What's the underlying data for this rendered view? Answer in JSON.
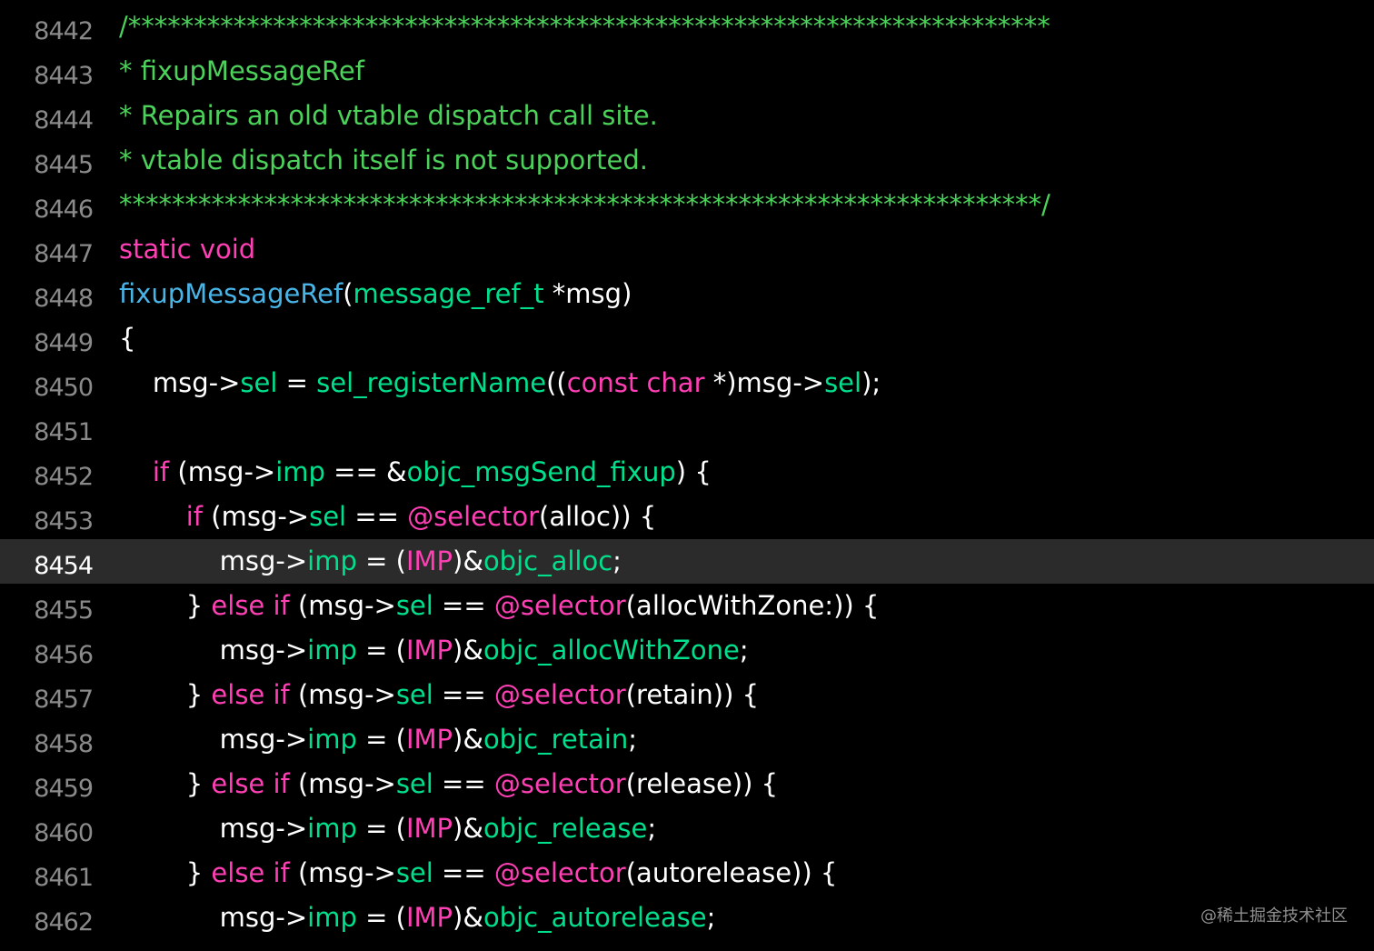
{
  "colors": {
    "background": "#000000",
    "current_line_background": "#2b2b2b",
    "line_number": "#8a8a8a",
    "line_number_current": "#ffffff",
    "plain": "#ffffff",
    "comment": "#4cd15a",
    "keyword": "#ff3fb4",
    "function_decl": "#49b4e6",
    "identifier": "#00e08c"
  },
  "current_line": "8454",
  "lines": [
    {
      "number": "8442",
      "segments": [
        {
          "t": "/**********************************************************************",
          "c": "comment"
        }
      ]
    },
    {
      "number": "8443",
      "segments": [
        {
          "t": "* fixupMessageRef",
          "c": "comment"
        }
      ]
    },
    {
      "number": "8444",
      "segments": [
        {
          "t": "* Repairs an old vtable dispatch call site.",
          "c": "comment"
        }
      ]
    },
    {
      "number": "8445",
      "segments": [
        {
          "t": "* vtable dispatch itself is not supported.",
          "c": "comment"
        }
      ]
    },
    {
      "number": "8446",
      "segments": [
        {
          "t": "**********************************************************************/",
          "c": "comment"
        }
      ]
    },
    {
      "number": "8447",
      "segments": [
        {
          "t": "static void",
          "c": "keyword"
        }
      ]
    },
    {
      "number": "8448",
      "segments": [
        {
          "t": "fixupMessageRef",
          "c": "function_decl"
        },
        {
          "t": "(",
          "c": "plain"
        },
        {
          "t": "message_ref_t",
          "c": "identifier"
        },
        {
          "t": " *msg)",
          "c": "plain"
        }
      ]
    },
    {
      "number": "8449",
      "segments": [
        {
          "t": "{",
          "c": "plain"
        }
      ]
    },
    {
      "number": "8450",
      "segments": [
        {
          "t": "    msg->",
          "c": "plain"
        },
        {
          "t": "sel",
          "c": "identifier"
        },
        {
          "t": " = ",
          "c": "plain"
        },
        {
          "t": "sel_registerName",
          "c": "identifier"
        },
        {
          "t": "((",
          "c": "plain"
        },
        {
          "t": "const char",
          "c": "keyword"
        },
        {
          "t": " *)msg->",
          "c": "plain"
        },
        {
          "t": "sel",
          "c": "identifier"
        },
        {
          "t": ");",
          "c": "plain"
        }
      ]
    },
    {
      "number": "8451",
      "segments": [
        {
          "t": "",
          "c": "plain"
        }
      ]
    },
    {
      "number": "8452",
      "segments": [
        {
          "t": "    ",
          "c": "plain"
        },
        {
          "t": "if",
          "c": "keyword"
        },
        {
          "t": " (msg->",
          "c": "plain"
        },
        {
          "t": "imp",
          "c": "identifier"
        },
        {
          "t": " == &",
          "c": "plain"
        },
        {
          "t": "objc_msgSend_fixup",
          "c": "identifier"
        },
        {
          "t": ") {",
          "c": "plain"
        }
      ]
    },
    {
      "number": "8453",
      "segments": [
        {
          "t": "        ",
          "c": "plain"
        },
        {
          "t": "if",
          "c": "keyword"
        },
        {
          "t": " (msg->",
          "c": "plain"
        },
        {
          "t": "sel",
          "c": "identifier"
        },
        {
          "t": " == ",
          "c": "plain"
        },
        {
          "t": "@selector",
          "c": "keyword"
        },
        {
          "t": "(alloc)) {",
          "c": "plain"
        }
      ]
    },
    {
      "number": "8454",
      "segments": [
        {
          "t": "            msg->",
          "c": "plain"
        },
        {
          "t": "imp",
          "c": "identifier"
        },
        {
          "t": " = (",
          "c": "plain"
        },
        {
          "t": "IMP",
          "c": "keyword"
        },
        {
          "t": ")&",
          "c": "plain"
        },
        {
          "t": "objc_alloc",
          "c": "identifier"
        },
        {
          "t": ";",
          "c": "plain"
        }
      ]
    },
    {
      "number": "8455",
      "segments": [
        {
          "t": "        } ",
          "c": "plain"
        },
        {
          "t": "else if",
          "c": "keyword"
        },
        {
          "t": " (msg->",
          "c": "plain"
        },
        {
          "t": "sel",
          "c": "identifier"
        },
        {
          "t": " == ",
          "c": "plain"
        },
        {
          "t": "@selector",
          "c": "keyword"
        },
        {
          "t": "(allocWithZone:)) {",
          "c": "plain"
        }
      ]
    },
    {
      "number": "8456",
      "segments": [
        {
          "t": "            msg->",
          "c": "plain"
        },
        {
          "t": "imp",
          "c": "identifier"
        },
        {
          "t": " = (",
          "c": "plain"
        },
        {
          "t": "IMP",
          "c": "keyword"
        },
        {
          "t": ")&",
          "c": "plain"
        },
        {
          "t": "objc_allocWithZone",
          "c": "identifier"
        },
        {
          "t": ";",
          "c": "plain"
        }
      ]
    },
    {
      "number": "8457",
      "segments": [
        {
          "t": "        } ",
          "c": "plain"
        },
        {
          "t": "else if",
          "c": "keyword"
        },
        {
          "t": " (msg->",
          "c": "plain"
        },
        {
          "t": "sel",
          "c": "identifier"
        },
        {
          "t": " == ",
          "c": "plain"
        },
        {
          "t": "@selector",
          "c": "keyword"
        },
        {
          "t": "(retain)) {",
          "c": "plain"
        }
      ]
    },
    {
      "number": "8458",
      "segments": [
        {
          "t": "            msg->",
          "c": "plain"
        },
        {
          "t": "imp",
          "c": "identifier"
        },
        {
          "t": " = (",
          "c": "plain"
        },
        {
          "t": "IMP",
          "c": "keyword"
        },
        {
          "t": ")&",
          "c": "plain"
        },
        {
          "t": "objc_retain",
          "c": "identifier"
        },
        {
          "t": ";",
          "c": "plain"
        }
      ]
    },
    {
      "number": "8459",
      "segments": [
        {
          "t": "        } ",
          "c": "plain"
        },
        {
          "t": "else if",
          "c": "keyword"
        },
        {
          "t": " (msg->",
          "c": "plain"
        },
        {
          "t": "sel",
          "c": "identifier"
        },
        {
          "t": " == ",
          "c": "plain"
        },
        {
          "t": "@selector",
          "c": "keyword"
        },
        {
          "t": "(release)) {",
          "c": "plain"
        }
      ]
    },
    {
      "number": "8460",
      "segments": [
        {
          "t": "            msg->",
          "c": "plain"
        },
        {
          "t": "imp",
          "c": "identifier"
        },
        {
          "t": " = (",
          "c": "plain"
        },
        {
          "t": "IMP",
          "c": "keyword"
        },
        {
          "t": ")&",
          "c": "plain"
        },
        {
          "t": "objc_release",
          "c": "identifier"
        },
        {
          "t": ";",
          "c": "plain"
        }
      ]
    },
    {
      "number": "8461",
      "segments": [
        {
          "t": "        } ",
          "c": "plain"
        },
        {
          "t": "else if",
          "c": "keyword"
        },
        {
          "t": " (msg->",
          "c": "plain"
        },
        {
          "t": "sel",
          "c": "identifier"
        },
        {
          "t": " == ",
          "c": "plain"
        },
        {
          "t": "@selector",
          "c": "keyword"
        },
        {
          "t": "(autorelease)) {",
          "c": "plain"
        }
      ]
    },
    {
      "number": "8462",
      "segments": [
        {
          "t": "            msg->",
          "c": "plain"
        },
        {
          "t": "imp",
          "c": "identifier"
        },
        {
          "t": " = (",
          "c": "plain"
        },
        {
          "t": "IMP",
          "c": "keyword"
        },
        {
          "t": ")&",
          "c": "plain"
        },
        {
          "t": "objc_autorelease",
          "c": "identifier"
        },
        {
          "t": ";",
          "c": "plain"
        }
      ]
    }
  ],
  "watermark": "@稀土掘金技术社区"
}
